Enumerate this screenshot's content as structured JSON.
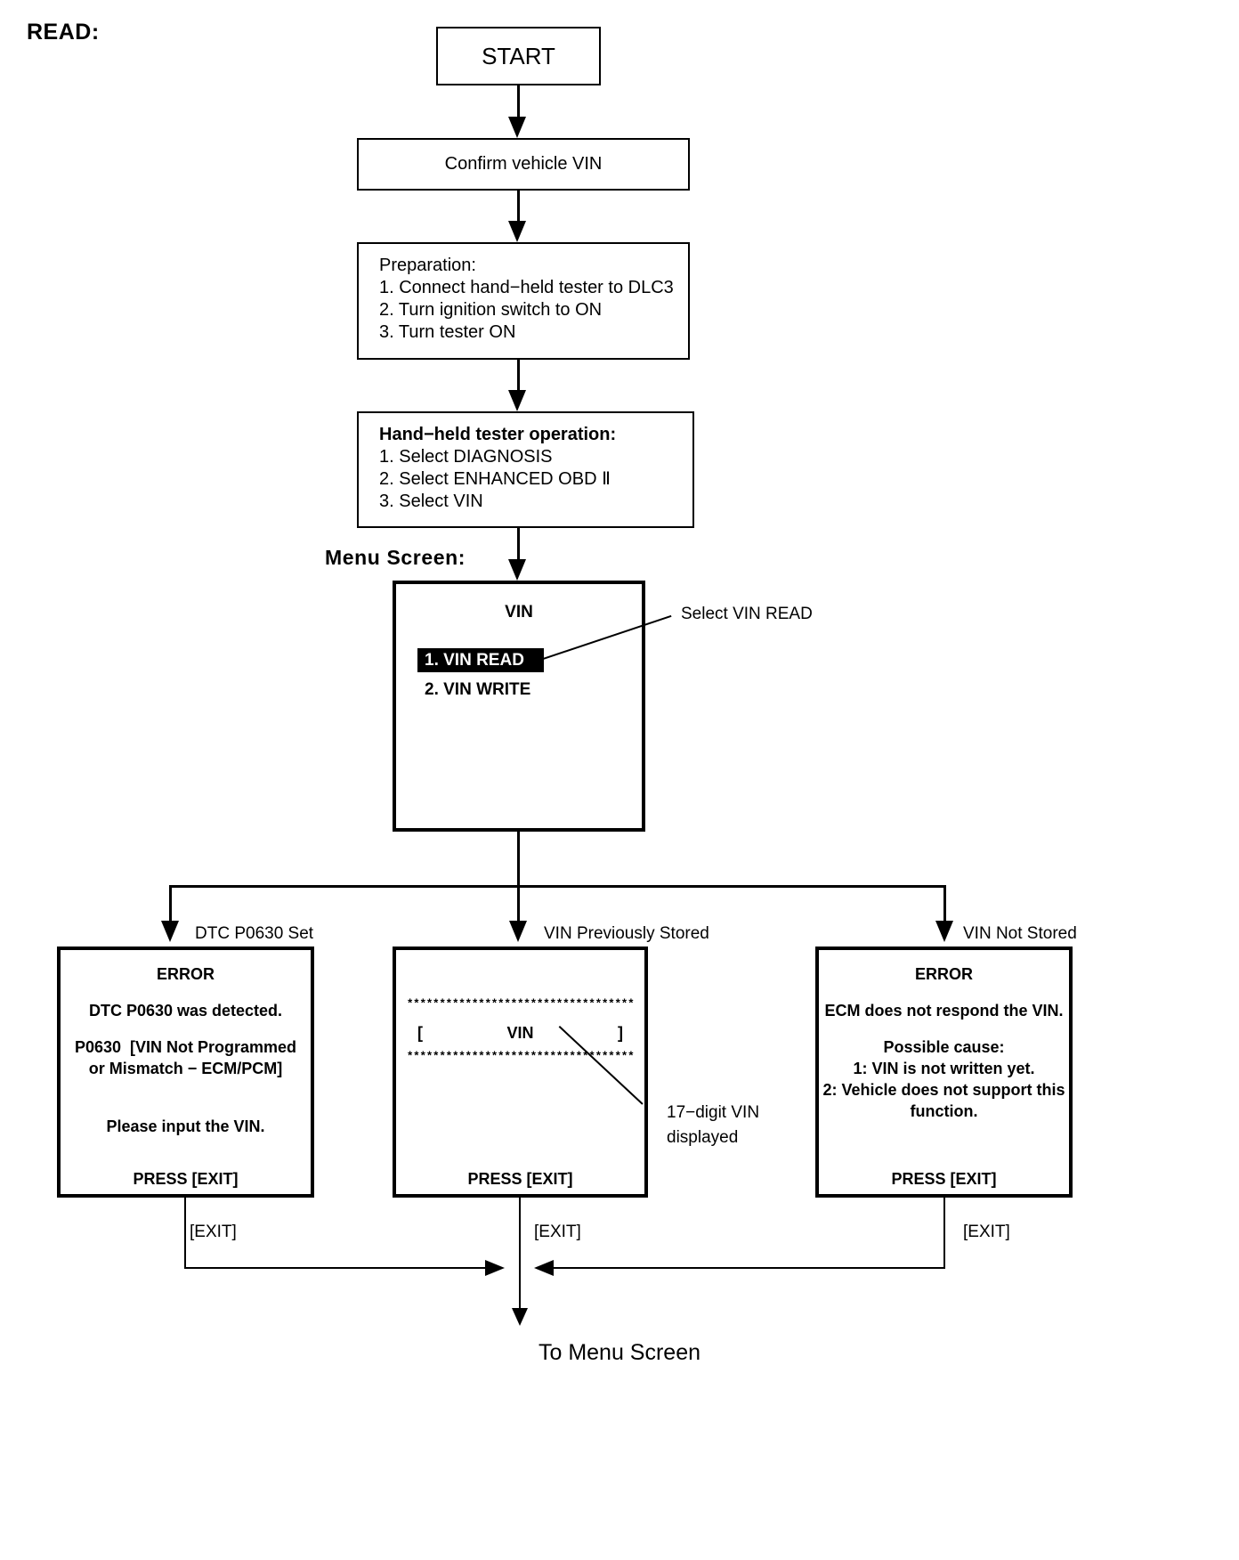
{
  "page": {
    "title": "READ:",
    "menu_screen_label": "Menu Screen:",
    "footer": "To Menu Screen"
  },
  "flow": {
    "start": "START",
    "confirm": "Confirm vehicle VIN",
    "preparation": {
      "heading": "Preparation:",
      "steps": [
        "1. Connect hand−held tester to DLC3",
        "2. Turn ignition switch to ON",
        "3. Turn tester ON"
      ]
    },
    "tester_operation": {
      "heading": "Hand−held tester operation:",
      "steps": [
        "1. Select DIAGNOSIS",
        "2. Select ENHANCED OBD Ⅱ",
        "3. Select VIN"
      ]
    }
  },
  "menu_screen": {
    "title": "VIN",
    "item1": "1. VIN READ",
    "item2": "2. VIN WRITE",
    "callout": "Select VIN READ"
  },
  "branches": {
    "left_label": "DTC P0630 Set",
    "middle_label": "VIN Previously Stored",
    "right_label": "VIN Not Stored"
  },
  "left_screen": {
    "header": "ERROR",
    "line1": "DTC P0630 was detected.",
    "line2": "P0630  [VIN Not Programmed",
    "line3": "or Mismatch − ECM/PCM]",
    "line4": "Please input the VIN.",
    "press": "PRESS [EXIT]"
  },
  "middle_screen": {
    "stars_top": "***********************************",
    "bracket_open": "[",
    "vin_text": "VIN",
    "bracket_close": "]",
    "stars_bottom": "***********************************",
    "press": "PRESS [EXIT]",
    "callout_line1": "17−digit VIN",
    "callout_line2": "displayed"
  },
  "right_screen": {
    "header": "ERROR",
    "line1": "ECM does not respond the VIN.",
    "line2": "Possible cause:",
    "line3": "1: VIN is not written yet.",
    "line4": "2: Vehicle does not support this",
    "line5": "function.",
    "press": "PRESS [EXIT]"
  },
  "exit_labels": {
    "left": "[EXIT]",
    "middle": "[EXIT]",
    "right": "[EXIT]"
  },
  "colors": {
    "ink": "#000000",
    "paper": "#ffffff",
    "highlight_bg": "#000000",
    "highlight_fg": "#ffffff"
  }
}
